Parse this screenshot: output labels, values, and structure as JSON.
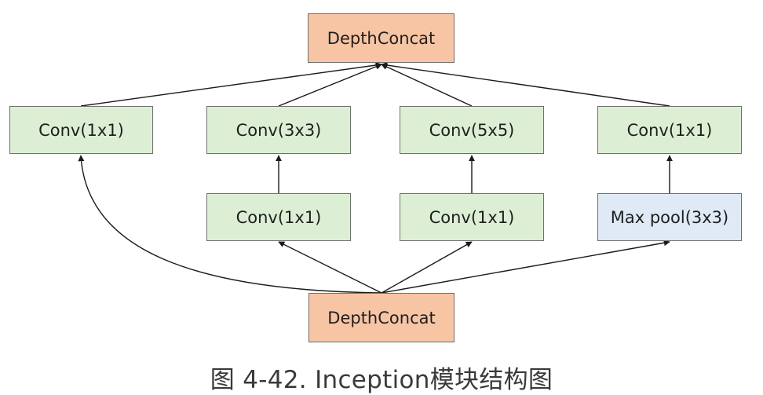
{
  "nodes": {
    "concat_top": "DepthConcat",
    "conv1x1_a": "Conv(1x1)",
    "conv3x3": "Conv(3x3)",
    "conv5x5": "Conv(5x5)",
    "conv1x1_d": "Conv(1x1)",
    "conv1x1_b": "Conv(1x1)",
    "conv1x1_c": "Conv(1x1)",
    "maxpool": "Max pool(3x3)",
    "concat_bottom": "DepthConcat"
  },
  "caption": "图 4-42. Inception模块结构图",
  "colors": {
    "concat": "#f7c5a3",
    "conv": "#dcefd4",
    "pool": "#dfeaf6",
    "arrow": "#1a1a1a"
  }
}
